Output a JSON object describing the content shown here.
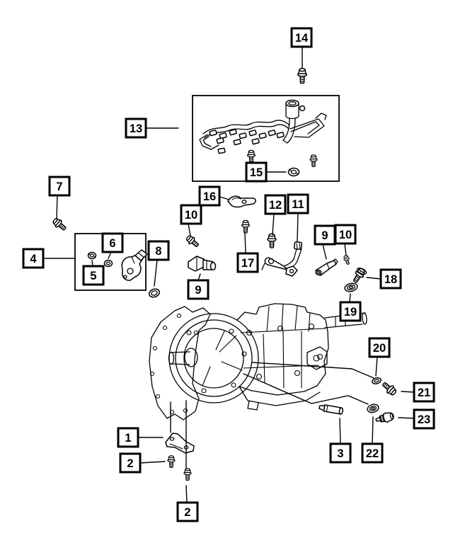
{
  "page": {
    "kind": "exploded-parts-diagram",
    "subject_drawing": "transmission-case",
    "colors": {
      "background": "#ffffff",
      "line": "#000000",
      "label_text": "#000000"
    }
  },
  "callouts": [
    {
      "label": "14",
      "icon": "bolt-icon"
    },
    {
      "label": "13",
      "icon": "wiring-harness-icon"
    },
    {
      "label": "15",
      "icon": "nut-icon"
    },
    {
      "label": "16",
      "icon": "bracket-icon"
    },
    {
      "label": "10",
      "icon": "bolt-icon"
    },
    {
      "label": "12",
      "icon": "bolt-icon"
    },
    {
      "label": "11",
      "icon": "lever-rod-icon"
    },
    {
      "label": "7",
      "icon": "bolt-icon"
    },
    {
      "label": "4",
      "icon": "sensor-assembly-icon"
    },
    {
      "label": "6",
      "icon": "grommet-icon"
    },
    {
      "label": "5",
      "icon": "nut-icon"
    },
    {
      "label": "8",
      "icon": "seal-ring-icon"
    },
    {
      "label": "17",
      "icon": "screw-icon"
    },
    {
      "label": "9",
      "icon": "sensor-icon"
    },
    {
      "label": "9",
      "icon": "sensor-icon"
    },
    {
      "label": "10",
      "icon": "screw-icon"
    },
    {
      "label": "18",
      "icon": "bolt-washer-icon"
    },
    {
      "label": "19",
      "icon": "washer-icon"
    },
    {
      "label": "20",
      "icon": "o-ring-icon"
    },
    {
      "label": "21",
      "icon": "bolt-icon"
    },
    {
      "label": "23",
      "icon": "plug-bolt-icon"
    },
    {
      "label": "22",
      "icon": "washer-icon"
    },
    {
      "label": "3",
      "icon": "pin-icon"
    },
    {
      "label": "1",
      "icon": "bracket-plate-icon"
    },
    {
      "label": "2",
      "icon": "screw-icon"
    },
    {
      "label": "2",
      "icon": "screw-icon"
    }
  ]
}
